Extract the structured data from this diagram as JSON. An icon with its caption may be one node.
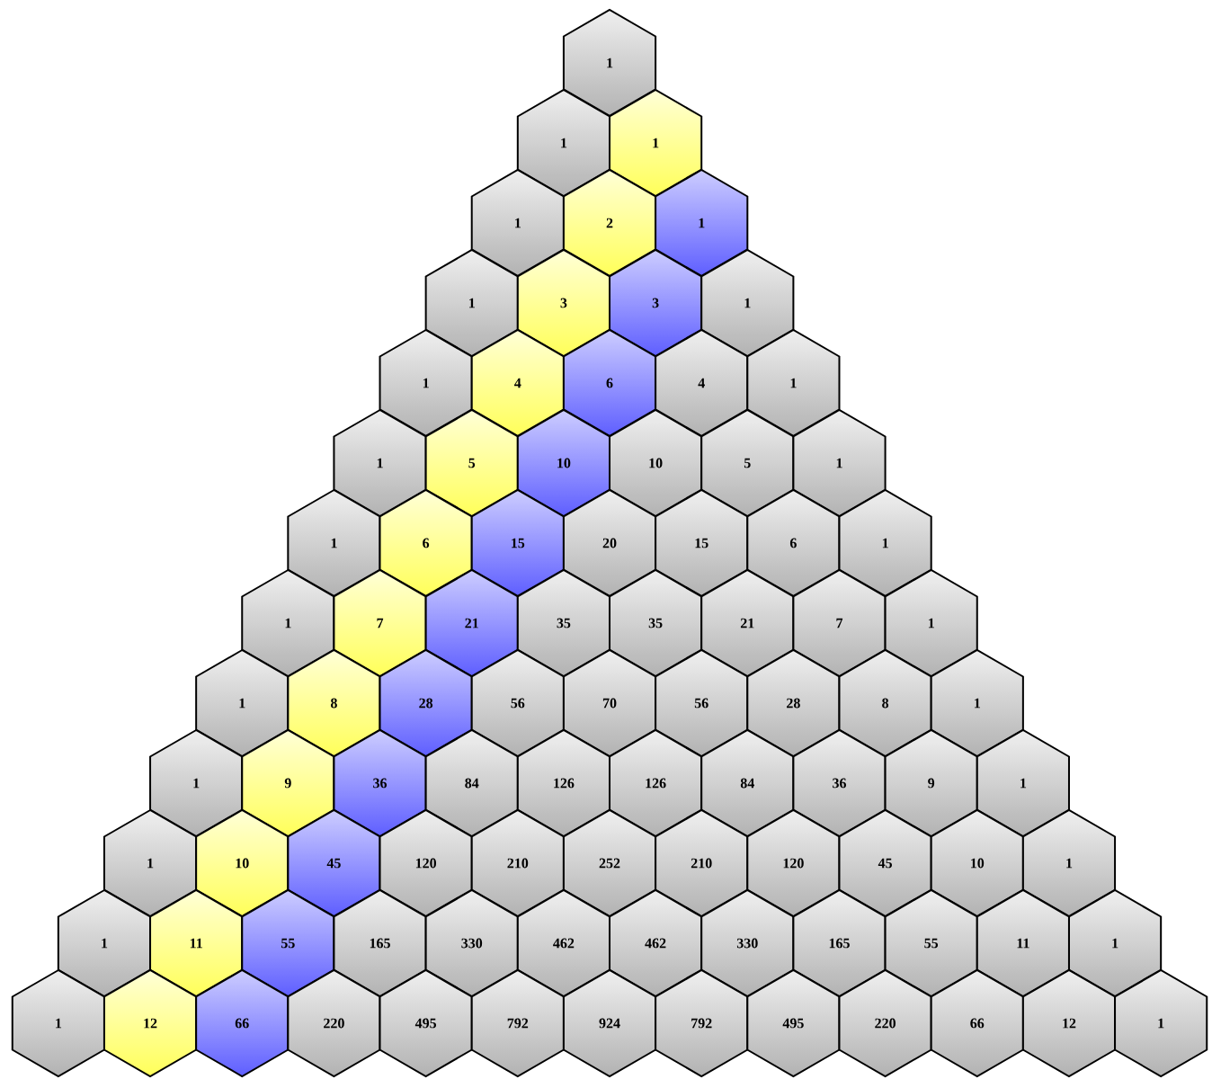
{
  "diagram": {
    "nodes": [
      {
        "text": [
          "1"
        ]
      },
      {
        "text": [
          "1"
        ]
      },
      {
        "text": [
          "1"
        ]
      },
      {
        "text": [
          "1"
        ]
      },
      {
        "text": [
          "2"
        ]
      },
      {
        "text": [
          "1"
        ]
      },
      {
        "text": [
          "1"
        ]
      },
      {
        "text": [
          "3"
        ]
      },
      {
        "text": [
          "3"
        ]
      },
      {
        "text": [
          "1"
        ]
      },
      {
        "text": [
          "1"
        ]
      },
      {
        "text": [
          "4"
        ]
      },
      {
        "text": [
          "6"
        ]
      },
      {
        "text": [
          "4"
        ]
      },
      {
        "text": [
          "1"
        ]
      },
      {
        "text": [
          "1"
        ]
      },
      {
        "text": [
          "5"
        ]
      },
      {
        "text": [
          "10"
        ]
      },
      {
        "text": [
          "10"
        ]
      },
      {
        "text": [
          "5"
        ]
      },
      {
        "text": [
          "1"
        ]
      },
      {
        "text": [
          "1"
        ]
      },
      {
        "text": [
          "6"
        ]
      },
      {
        "text": [
          "15"
        ]
      },
      {
        "text": [
          "20"
        ]
      },
      {
        "text": [
          "15"
        ]
      },
      {
        "text": [
          "6"
        ]
      },
      {
        "text": [
          "1"
        ]
      },
      {
        "text": [
          "1"
        ]
      },
      {
        "text": [
          "7"
        ]
      },
      {
        "text": [
          "21"
        ]
      },
      {
        "text": [
          "35"
        ]
      },
      {
        "text": [
          "35"
        ]
      },
      {
        "text": [
          "21"
        ]
      },
      {
        "text": [
          "7"
        ]
      },
      {
        "text": [
          "1"
        ]
      },
      {
        "text": [
          "1"
        ]
      },
      {
        "text": [
          "8"
        ]
      },
      {
        "text": [
          "28"
        ]
      },
      {
        "text": [
          "56"
        ]
      },
      {
        "text": [
          "70"
        ]
      },
      {
        "text": [
          "56"
        ]
      },
      {
        "text": [
          "28"
        ]
      },
      {
        "text": [
          "8"
        ]
      },
      {
        "text": [
          "1"
        ]
      },
      {
        "text": [
          "1"
        ]
      },
      {
        "text": [
          "9"
        ]
      },
      {
        "text": [
          "36"
        ]
      },
      {
        "text": [
          "84"
        ]
      },
      {
        "text": [
          "126"
        ]
      },
      {
        "text": [
          "126"
        ]
      },
      {
        "text": [
          "84"
        ]
      },
      {
        "text": [
          "36"
        ]
      },
      {
        "text": [
          "9"
        ]
      },
      {
        "text": [
          "1"
        ]
      },
      {
        "text": [
          "1"
        ]
      },
      {
        "text": [
          "10"
        ]
      },
      {
        "text": [
          "45"
        ]
      },
      {
        "text": [
          "120"
        ]
      },
      {
        "text": [
          "210"
        ]
      },
      {
        "text": [
          "252"
        ]
      },
      {
        "text": [
          "210"
        ]
      },
      {
        "text": [
          "120"
        ]
      },
      {
        "text": [
          "45"
        ]
      },
      {
        "text": [
          "10"
        ]
      },
      {
        "text": [
          "1"
        ]
      },
      {
        "text": [
          "1"
        ]
      },
      {
        "text": [
          "11"
        ]
      },
      {
        "text": [
          "55"
        ]
      },
      {
        "text": [
          "165"
        ]
      },
      {
        "text": [
          "330"
        ]
      },
      {
        "text": [
          "462"
        ]
      },
      {
        "text": [
          "462"
        ]
      },
      {
        "text": [
          "330"
        ]
      },
      {
        "text": [
          "165"
        ]
      },
      {
        "text": [
          "55"
        ]
      },
      {
        "text": [
          "11"
        ]
      },
      {
        "text": [
          "1"
        ]
      },
      {
        "text": [
          "1"
        ]
      },
      {
        "text": [
          "12"
        ]
      },
      {
        "text": [
          "66"
        ]
      },
      {
        "text": [
          "220"
        ]
      },
      {
        "text": [
          "495"
        ]
      },
      {
        "text": [
          "792"
        ]
      },
      {
        "text": [
          "924"
        ]
      },
      {
        "text": [
          "792"
        ]
      },
      {
        "text": [
          "495"
        ]
      },
      {
        "text": [
          "220"
        ]
      },
      {
        "text": [
          "66"
        ]
      },
      {
        "text": [
          "12"
        ]
      },
      {
        "text": [
          "1"
        ]
      }
    ]
  }
}
